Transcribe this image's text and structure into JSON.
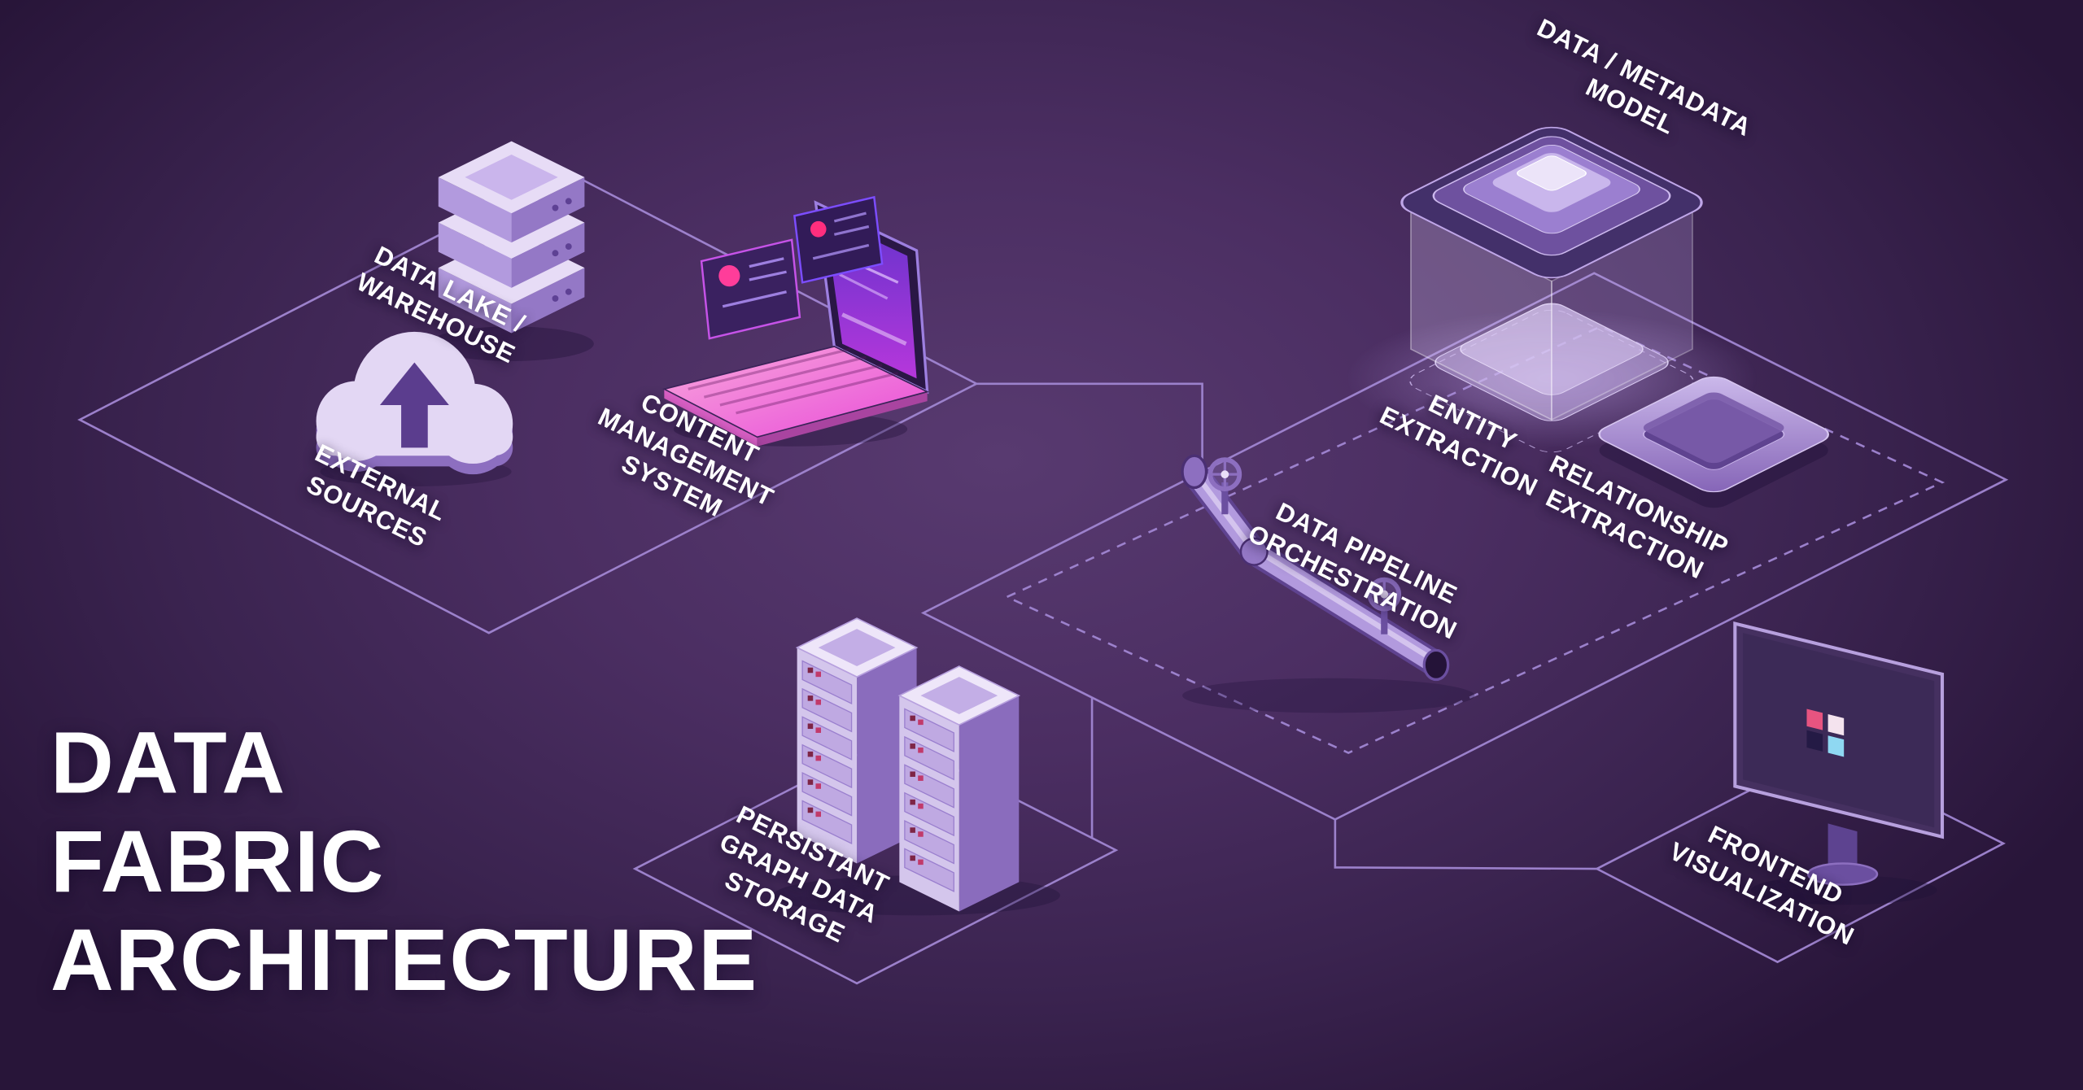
{
  "title": "DATA\nFABRIC\nARCHITECTURE",
  "labels": {
    "data_lake": "DATA LAKE /\nWAREHOUSE",
    "external_sources": "EXTERNAL\nSOURCES",
    "cms": "CONTENT\nMANAGEMENT\nSYSTEM",
    "model": "DATA / METADATA\nMODEL",
    "entity_extraction": "ENTITY\nEXTRACTION",
    "relationship_extraction": "RELATIONSHIP\nEXTRACTION",
    "pipeline": "DATA PIPELINE\nORCHESTRATION",
    "graph_storage": "PERSISTANT\nGRAPH DATA\nSTORAGE",
    "frontend": "FRONTEND\nVISUALIZATION"
  },
  "icons": [
    "database-stack-icon",
    "cloud-upload-icon",
    "laptop-cms-icon",
    "metadata-model-icon",
    "extraction-plate-icon",
    "pipeline-valve-icon",
    "server-rack-icon",
    "monitor-icon"
  ],
  "colors": {
    "background_center": "#583a70",
    "background_edge": "#281539",
    "outline": "#a186d2",
    "label_text": "#ffffff",
    "icon_light": "#e9def7",
    "icon_mid": "#b7a0de",
    "icon_dark": "#8d6fc0",
    "accent_pink": "#ff4fa3",
    "accent_magenta": "#e0407f",
    "screen_dark": "#453060"
  }
}
